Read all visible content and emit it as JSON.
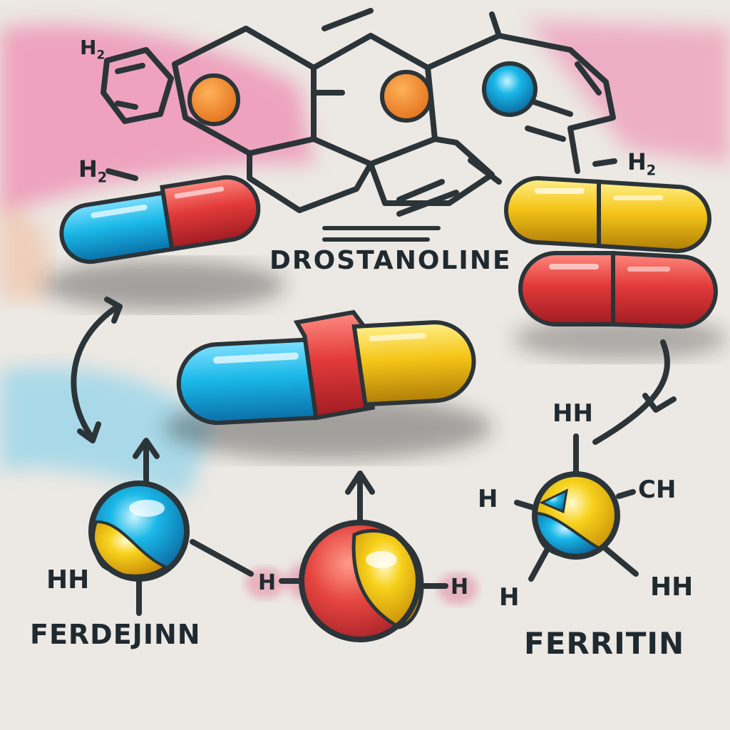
{
  "palette": {
    "paper": "#ece8e3",
    "ink": "#1f2a30",
    "pink": "#f06aa0",
    "orange": "#f08a24",
    "cyan": "#1ab8e8",
    "red": "#e23a3a",
    "yellow": "#f5c518"
  },
  "title_label": "DROSTANOLINE",
  "bottom_left_label": "FERDEJINN",
  "bottom_right_label": "FERRITIN",
  "atom_labels": {
    "top_left_h2": "H",
    "top_left_h2_sub": "2",
    "left_h2": "H",
    "left_h2_sub": "2",
    "right_h2": "H",
    "right_h2_sub": "2",
    "left_molecule_h": "HH",
    "center_molecule_left_h": "H",
    "center_molecule_right_h": "H",
    "right_molecule_top_h": "HH",
    "right_molecule_left_h": "H",
    "right_molecule_ch": "CH",
    "right_molecule_bottom_left_h": "H",
    "right_molecule_bottom_right_h": "HH"
  },
  "capsules": [
    {
      "name": "left-blue-red-capsule",
      "colors": [
        "cyan",
        "red"
      ]
    },
    {
      "name": "center-blue-red-yellow-capsule",
      "colors": [
        "cyan",
        "red",
        "yellow"
      ]
    },
    {
      "name": "right-yellow-capsule",
      "colors": [
        "yellow",
        "yellow"
      ]
    },
    {
      "name": "right-red-capsule",
      "colors": [
        "red",
        "red"
      ]
    }
  ],
  "atoms": [
    {
      "name": "left-molecule-sphere",
      "colors": [
        "cyan",
        "yellow"
      ]
    },
    {
      "name": "center-molecule-sphere",
      "colors": [
        "red",
        "yellow"
      ]
    },
    {
      "name": "right-molecule-sphere",
      "colors": [
        "cyan",
        "yellow"
      ]
    }
  ]
}
